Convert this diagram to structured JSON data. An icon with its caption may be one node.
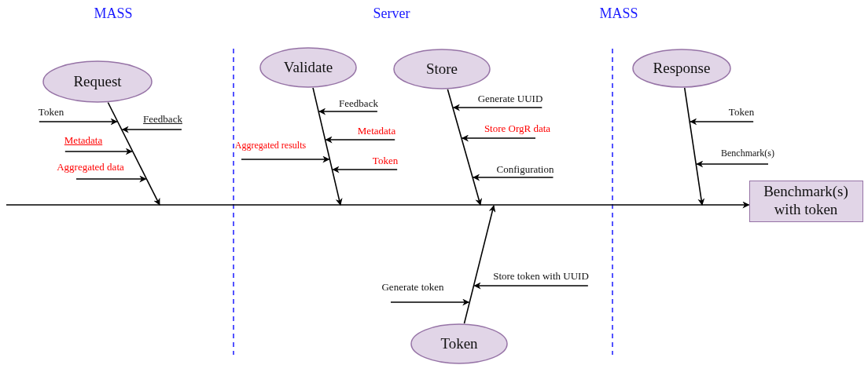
{
  "diagram": {
    "nodes": [
      {
        "text": [
          "Request"
        ]
      },
      {
        "text": [
          "Validate"
        ]
      },
      {
        "text": [
          "Store"
        ]
      },
      {
        "text": [
          "Response"
        ]
      },
      {
        "text": [
          "Benchmark(s) with token"
        ]
      },
      {
        "text": [
          "Token"
        ]
      },
      {
        "text": [
          "Token"
        ]
      },
      {
        "text": [
          "Feedback"
        ]
      },
      {
        "text": [
          "Metadata"
        ]
      },
      {
        "text": [
          "Aggregated data"
        ]
      },
      {
        "text": [
          "Feedback"
        ]
      },
      {
        "text": [
          "Metadata"
        ]
      },
      {
        "text": [
          "Aggregated results"
        ]
      },
      {
        "text": [
          "Token"
        ]
      },
      {
        "text": [
          "Generate UUID"
        ]
      },
      {
        "text": [
          "Store OrgR data"
        ]
      },
      {
        "text": [
          "Configuration"
        ]
      },
      {
        "text": [
          "Token"
        ]
      },
      {
        "text": [
          "Benchmark(s)"
        ]
      },
      {
        "text": [
          "Generate token"
        ]
      },
      {
        "text": [
          "Store token with UUID"
        ]
      }
    ],
    "edges": [
      {
        "from": null,
        "to": 4,
        "arrow": "to"
      },
      {
        "from": 0,
        "to": 4,
        "arrow": "to"
      },
      {
        "from": 1,
        "to": 4,
        "arrow": "to"
      },
      {
        "from": 2,
        "to": 4,
        "arrow": "to"
      },
      {
        "from": 3,
        "to": 4,
        "arrow": "to"
      },
      {
        "from": 5,
        "to": 4,
        "arrow": "to"
      },
      {
        "from": 6,
        "to": 4,
        "arrow": "to"
      },
      {
        "from": 7,
        "to": 4,
        "arrow": "to"
      },
      {
        "from": 8,
        "to": 4,
        "arrow": "to"
      },
      {
        "from": 9,
        "to": 4,
        "arrow": "to"
      },
      {
        "from": 10,
        "to": 4,
        "arrow": "to"
      },
      {
        "from": 11,
        "to": 4,
        "arrow": "to"
      },
      {
        "from": 12,
        "to": 4,
        "arrow": "to"
      },
      {
        "from": 13,
        "to": 4,
        "arrow": "to"
      },
      {
        "from": 14,
        "to": 4,
        "arrow": "to"
      },
      {
        "from": 15,
        "to": 4,
        "arrow": "to"
      },
      {
        "from": 16,
        "to": 4,
        "arrow": "to"
      },
      {
        "from": 17,
        "to": 4,
        "arrow": "to"
      },
      {
        "from": 18,
        "to": 4,
        "arrow": "to"
      },
      {
        "from": 19,
        "to": 4,
        "arrow": "to"
      },
      {
        "from": 20,
        "to": 4,
        "arrow": "to"
      }
    ],
    "labels": [
      "MASS",
      "Server",
      "MASS"
    ]
  }
}
